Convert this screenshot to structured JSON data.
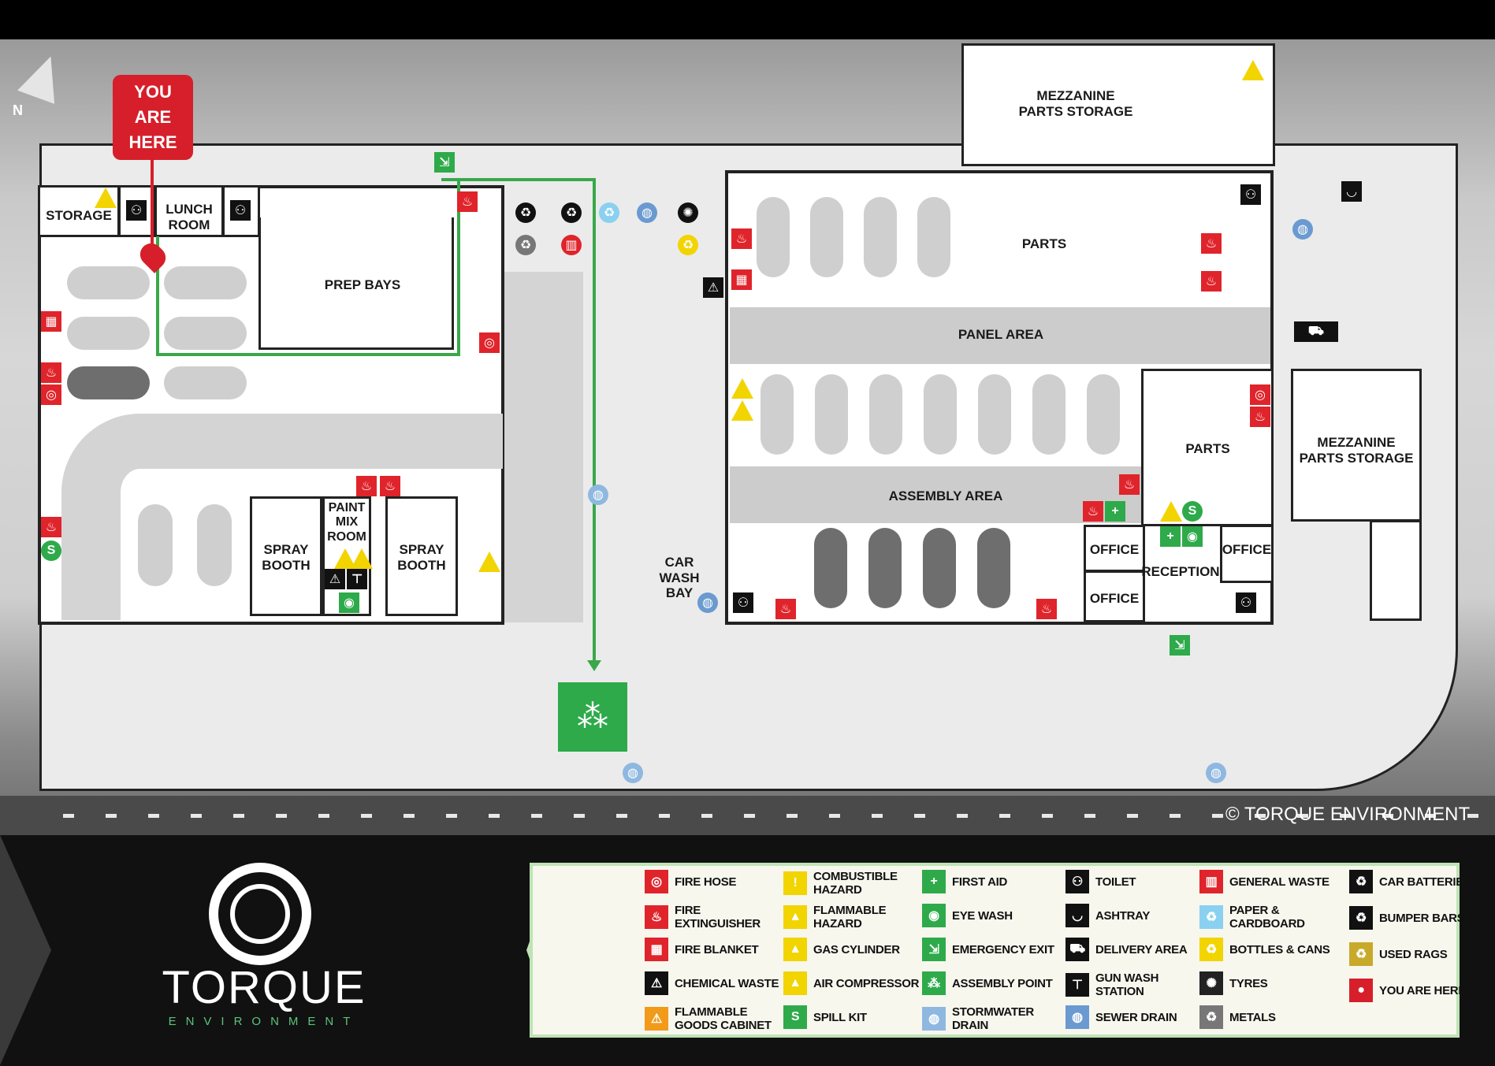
{
  "map": {
    "you_are_here": [
      "YOU",
      "ARE",
      "HERE"
    ],
    "north_label": "N",
    "copyright": "© TORQUE ENVIRONMENT",
    "rooms_left": {
      "storage": "STORAGE",
      "lunch_room": [
        "LUNCH",
        "ROOM"
      ],
      "prep_bays": "PREP BAYS",
      "spray_booth_1": [
        "SPRAY",
        "BOOTH"
      ],
      "paint_mix_room": [
        "PAINT",
        "MIX",
        "ROOM"
      ],
      "spray_booth_2": [
        "SPRAY",
        "BOOTH"
      ],
      "car_wash_bay": [
        "CAR",
        "WASH",
        "BAY"
      ]
    },
    "rooms_right": {
      "mezzanine_top": [
        "MEZZANINE",
        "PARTS STORAGE"
      ],
      "parts_top": "PARTS",
      "panel_area": "PANEL AREA",
      "assembly_area": "ASSEMBLY AREA",
      "parts_mid": "PARTS",
      "mezzanine_right": [
        "MEZZANINE",
        "PARTS STORAGE"
      ],
      "office_1": "OFFICE",
      "office_2": "OFFICE",
      "office_3": "OFFICE",
      "reception": "RECEPTION"
    }
  },
  "brand": {
    "name": "TORQUE",
    "sub": "ENVIRONMENT"
  },
  "legend": [
    {
      "label": "FIRE HOSE",
      "icon": "fire-hose-icon",
      "color": "#e0242b",
      "glyph": "◎"
    },
    {
      "label": "FIRE EXTINGUISHER",
      "icon": "fire-extinguisher-icon",
      "color": "#e0242b",
      "glyph": "♨"
    },
    {
      "label": "FIRE BLANKET",
      "icon": "fire-blanket-icon",
      "color": "#e0242b",
      "glyph": "▦"
    },
    {
      "label": "CHEMICAL WASTE",
      "icon": "chemical-waste-icon",
      "color": "#111",
      "glyph": "⚠"
    },
    {
      "label": "FLAMMABLE GOODS CABINET",
      "icon": "flammable-cabinet-icon",
      "color": "#f29a1a",
      "glyph": "⚠"
    },
    {
      "label": "COMBUSTIBLE HAZARD",
      "icon": "combustible-hazard-icon",
      "color": "#f2d400",
      "glyph": "!"
    },
    {
      "label": "FLAMMABLE HAZARD",
      "icon": "flammable-hazard-icon",
      "color": "#f2d400",
      "glyph": "▲"
    },
    {
      "label": "GAS CYLINDER",
      "icon": "gas-cylinder-icon",
      "color": "#f2d400",
      "glyph": "▲"
    },
    {
      "label": "AIR COMPRESSOR",
      "icon": "air-compressor-icon",
      "color": "#f2d400",
      "glyph": "▲"
    },
    {
      "label": "SPILL KIT",
      "icon": "spill-kit-icon",
      "color": "#2eaa4a",
      "glyph": "S"
    },
    {
      "label": "FIRST AID",
      "icon": "first-aid-icon",
      "color": "#2eaa4a",
      "glyph": "+"
    },
    {
      "label": "EYE WASH",
      "icon": "eye-wash-icon",
      "color": "#2eaa4a",
      "glyph": "◉"
    },
    {
      "label": "EMERGENCY EXIT",
      "icon": "emergency-exit-icon",
      "color": "#2eaa4a",
      "glyph": "⇲"
    },
    {
      "label": "ASSEMBLY POINT",
      "icon": "assembly-point-icon",
      "color": "#2eaa4a",
      "glyph": "⁂"
    },
    {
      "label": "STORMWATER DRAIN",
      "icon": "stormwater-drain-icon",
      "color": "#8fb8e0",
      "glyph": "◍"
    },
    {
      "label": "TOILET",
      "icon": "toilet-icon",
      "color": "#111",
      "glyph": "⚇"
    },
    {
      "label": "ASHTRAY",
      "icon": "ashtray-icon",
      "color": "#111",
      "glyph": "◡"
    },
    {
      "label": "DELIVERY AREA",
      "icon": "delivery-area-icon",
      "color": "#111",
      "glyph": "⛟"
    },
    {
      "label": "GUN WASH STATION",
      "icon": "gun-wash-icon",
      "color": "#111",
      "glyph": "⊤"
    },
    {
      "label": "SEWER DRAIN",
      "icon": "sewer-drain-icon",
      "color": "#6a9ad0",
      "glyph": "◍"
    },
    {
      "label": "GENERAL WASTE",
      "icon": "general-waste-icon",
      "color": "#e0242b",
      "glyph": "▥"
    },
    {
      "label": "PAPER & CARDBOARD",
      "icon": "paper-cardboard-icon",
      "color": "#8ad0f0",
      "glyph": "♻"
    },
    {
      "label": "BOTTLES & CANS",
      "icon": "bottles-cans-icon",
      "color": "#f2d400",
      "glyph": "♻"
    },
    {
      "label": "TYRES",
      "icon": "tyres-icon",
      "color": "#222",
      "glyph": "✺"
    },
    {
      "label": "METALS",
      "icon": "metals-icon",
      "color": "#777",
      "glyph": "♻"
    },
    {
      "label": "CAR BATTERIES",
      "icon": "car-batteries-icon",
      "color": "#111",
      "glyph": "♻"
    },
    {
      "label": "BUMPER BARS",
      "icon": "bumper-bars-icon",
      "color": "#111",
      "glyph": "♻"
    },
    {
      "label": "USED RAGS",
      "icon": "used-rags-icon",
      "color": "#c8a92a",
      "glyph": "♻"
    },
    {
      "label": "YOU ARE HERE",
      "icon": "you-are-here-icon",
      "color": "#d61f2a",
      "glyph": "●"
    }
  ]
}
